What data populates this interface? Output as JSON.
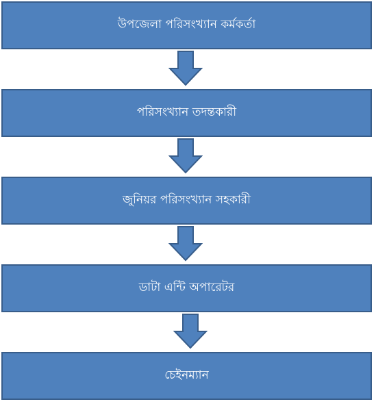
{
  "flowchart": {
    "steps": [
      {
        "label": "উপজেলা পরিসংখ্যান কর্মকর্তা"
      },
      {
        "label": "পরিসংখ্যান তদন্তকারী"
      },
      {
        "label": "জুনিয়র পরিসংখ্যান সহকারী"
      },
      {
        "label": "ডাটা এন্টি অপারেটর"
      },
      {
        "label": "চেইনম্যান"
      }
    ],
    "colors": {
      "box_fill": "#4f81bd",
      "box_border": "#385d8a",
      "text": "#ffffff"
    }
  }
}
